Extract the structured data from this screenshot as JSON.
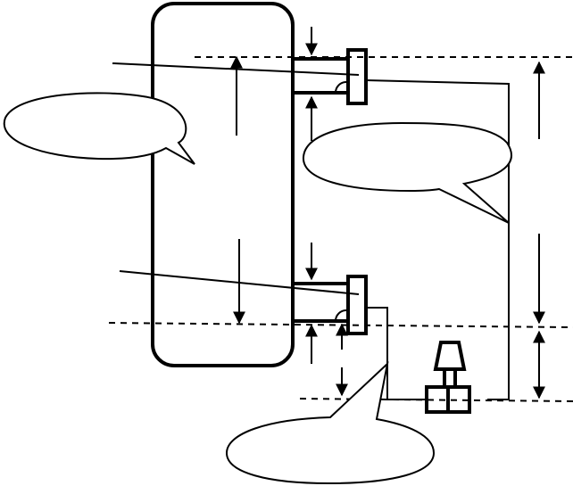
{
  "diagram": {
    "callouts": [
      {
        "id": "callout-left",
        "text": ""
      },
      {
        "id": "callout-right",
        "text": ""
      },
      {
        "id": "callout-bottom",
        "text": ""
      }
    ],
    "labels": []
  }
}
